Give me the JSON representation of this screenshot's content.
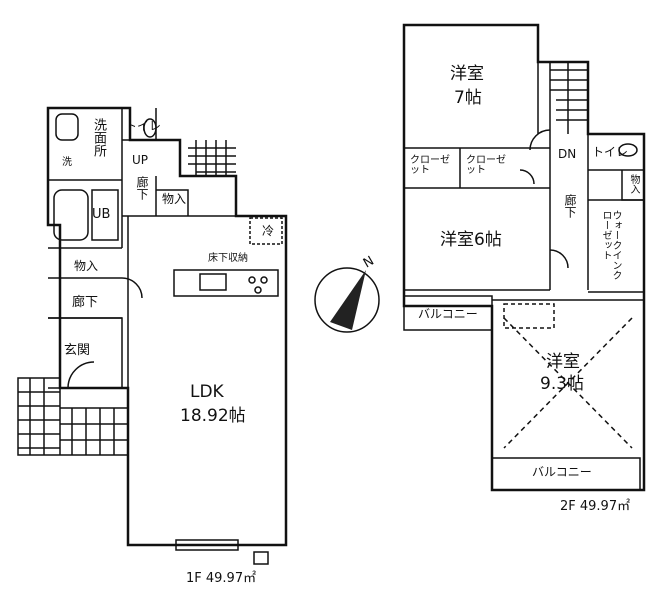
{
  "floor1": {
    "label": "1F 49.97㎡",
    "rooms": {
      "washroom": "洗面所",
      "wash_mark": "洗",
      "toilet": "トイレ",
      "up": "UP",
      "hall_upper": "廊下",
      "storage_upper": "物入",
      "bath": "UB",
      "storage_left": "物入",
      "hall_left": "廊下",
      "entrance": "玄関",
      "ldk_name": "LDK",
      "ldk_size": "18.92帖",
      "floor_storage": "床下収納",
      "fridge": "冷"
    }
  },
  "floor2": {
    "label": "2F 49.97㎡",
    "rooms": {
      "room7_name": "洋室",
      "room7_size": "7帖",
      "closet_a": "クローゼット",
      "closet_b": "クローゼット",
      "room6": "洋室6帖",
      "dn": "DN",
      "toilet": "トイレ",
      "storage": "物入",
      "hall": "廊下",
      "walkin": "ウォークインクローゼット",
      "balcony_small": "バルコニー",
      "room93_name": "洋室",
      "room93_size": "9.3帖",
      "balcony_large": "バルコニー"
    }
  },
  "compass": {
    "north": "N"
  }
}
